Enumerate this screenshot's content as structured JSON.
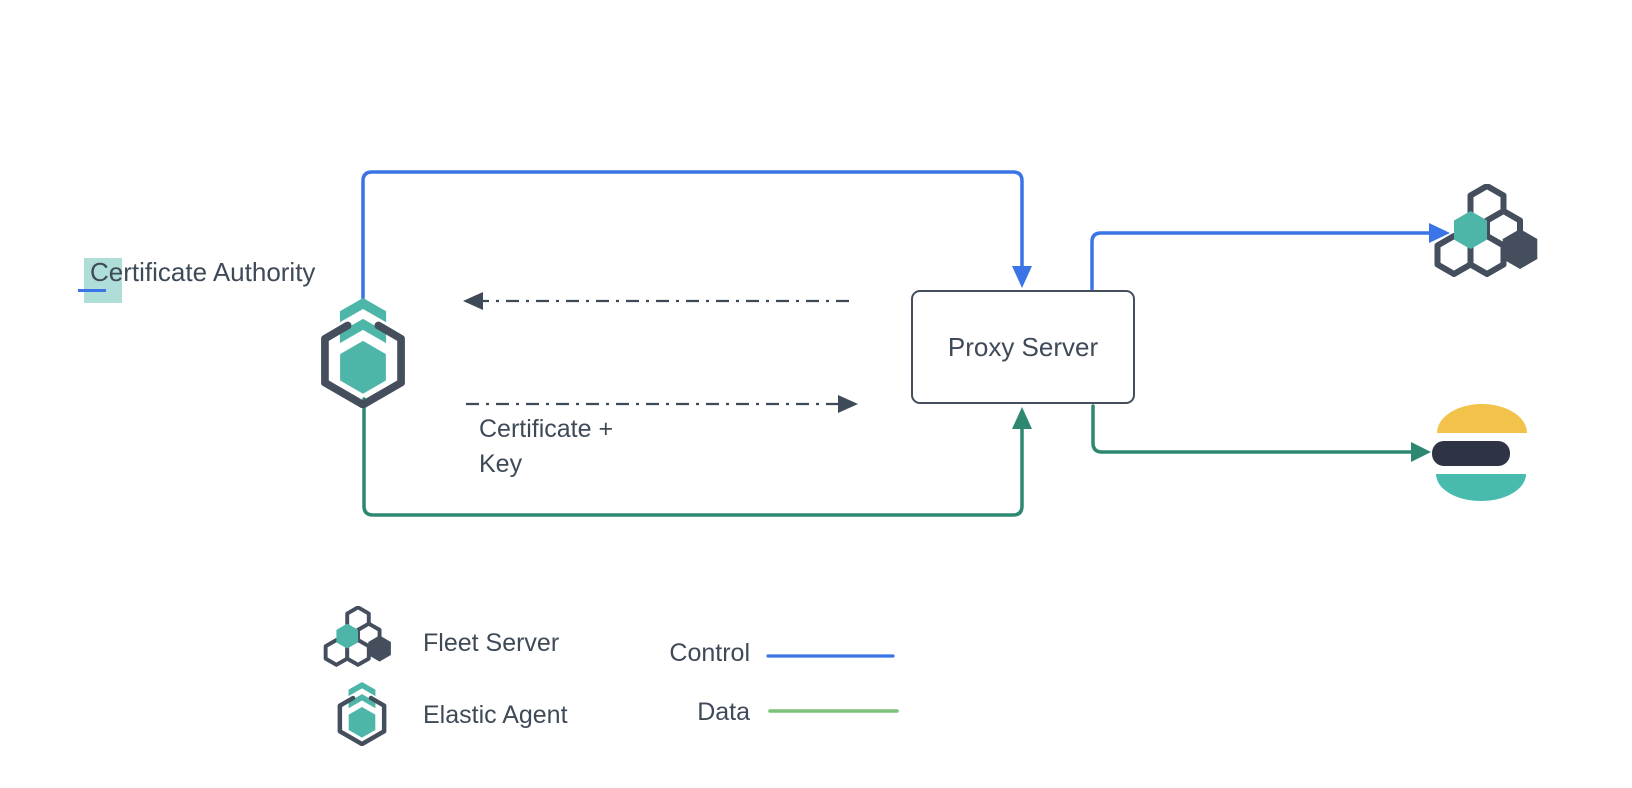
{
  "diagram": {
    "certificate_authority": "Certificate Authority",
    "proxy_server": "Proxy Server",
    "certificate_key": "Certificate +\nKey"
  },
  "legend": {
    "fleet_server": "Fleet Server",
    "elastic_agent": "Elastic Agent",
    "control": "Control",
    "data": "Data"
  },
  "icons": {
    "elastic_agent": "elastic-agent-icon",
    "fleet_server": "fleet-server-icon",
    "elasticsearch": "elasticsearch-icon"
  },
  "colors": {
    "control_blue": "#3b74e6",
    "data_green": "#2e8871",
    "legend_data_green": "#7cc278",
    "dash_gray": "#3f4a58",
    "teal": "#4db6a8",
    "slate": "#454e5d",
    "text": "#3f4a58",
    "es_yellow": "#f2c24a",
    "es_dark": "#2e3443",
    "es_teal": "#48bbae",
    "selection_highlight": "rgba(96,190,178,0.5)"
  }
}
